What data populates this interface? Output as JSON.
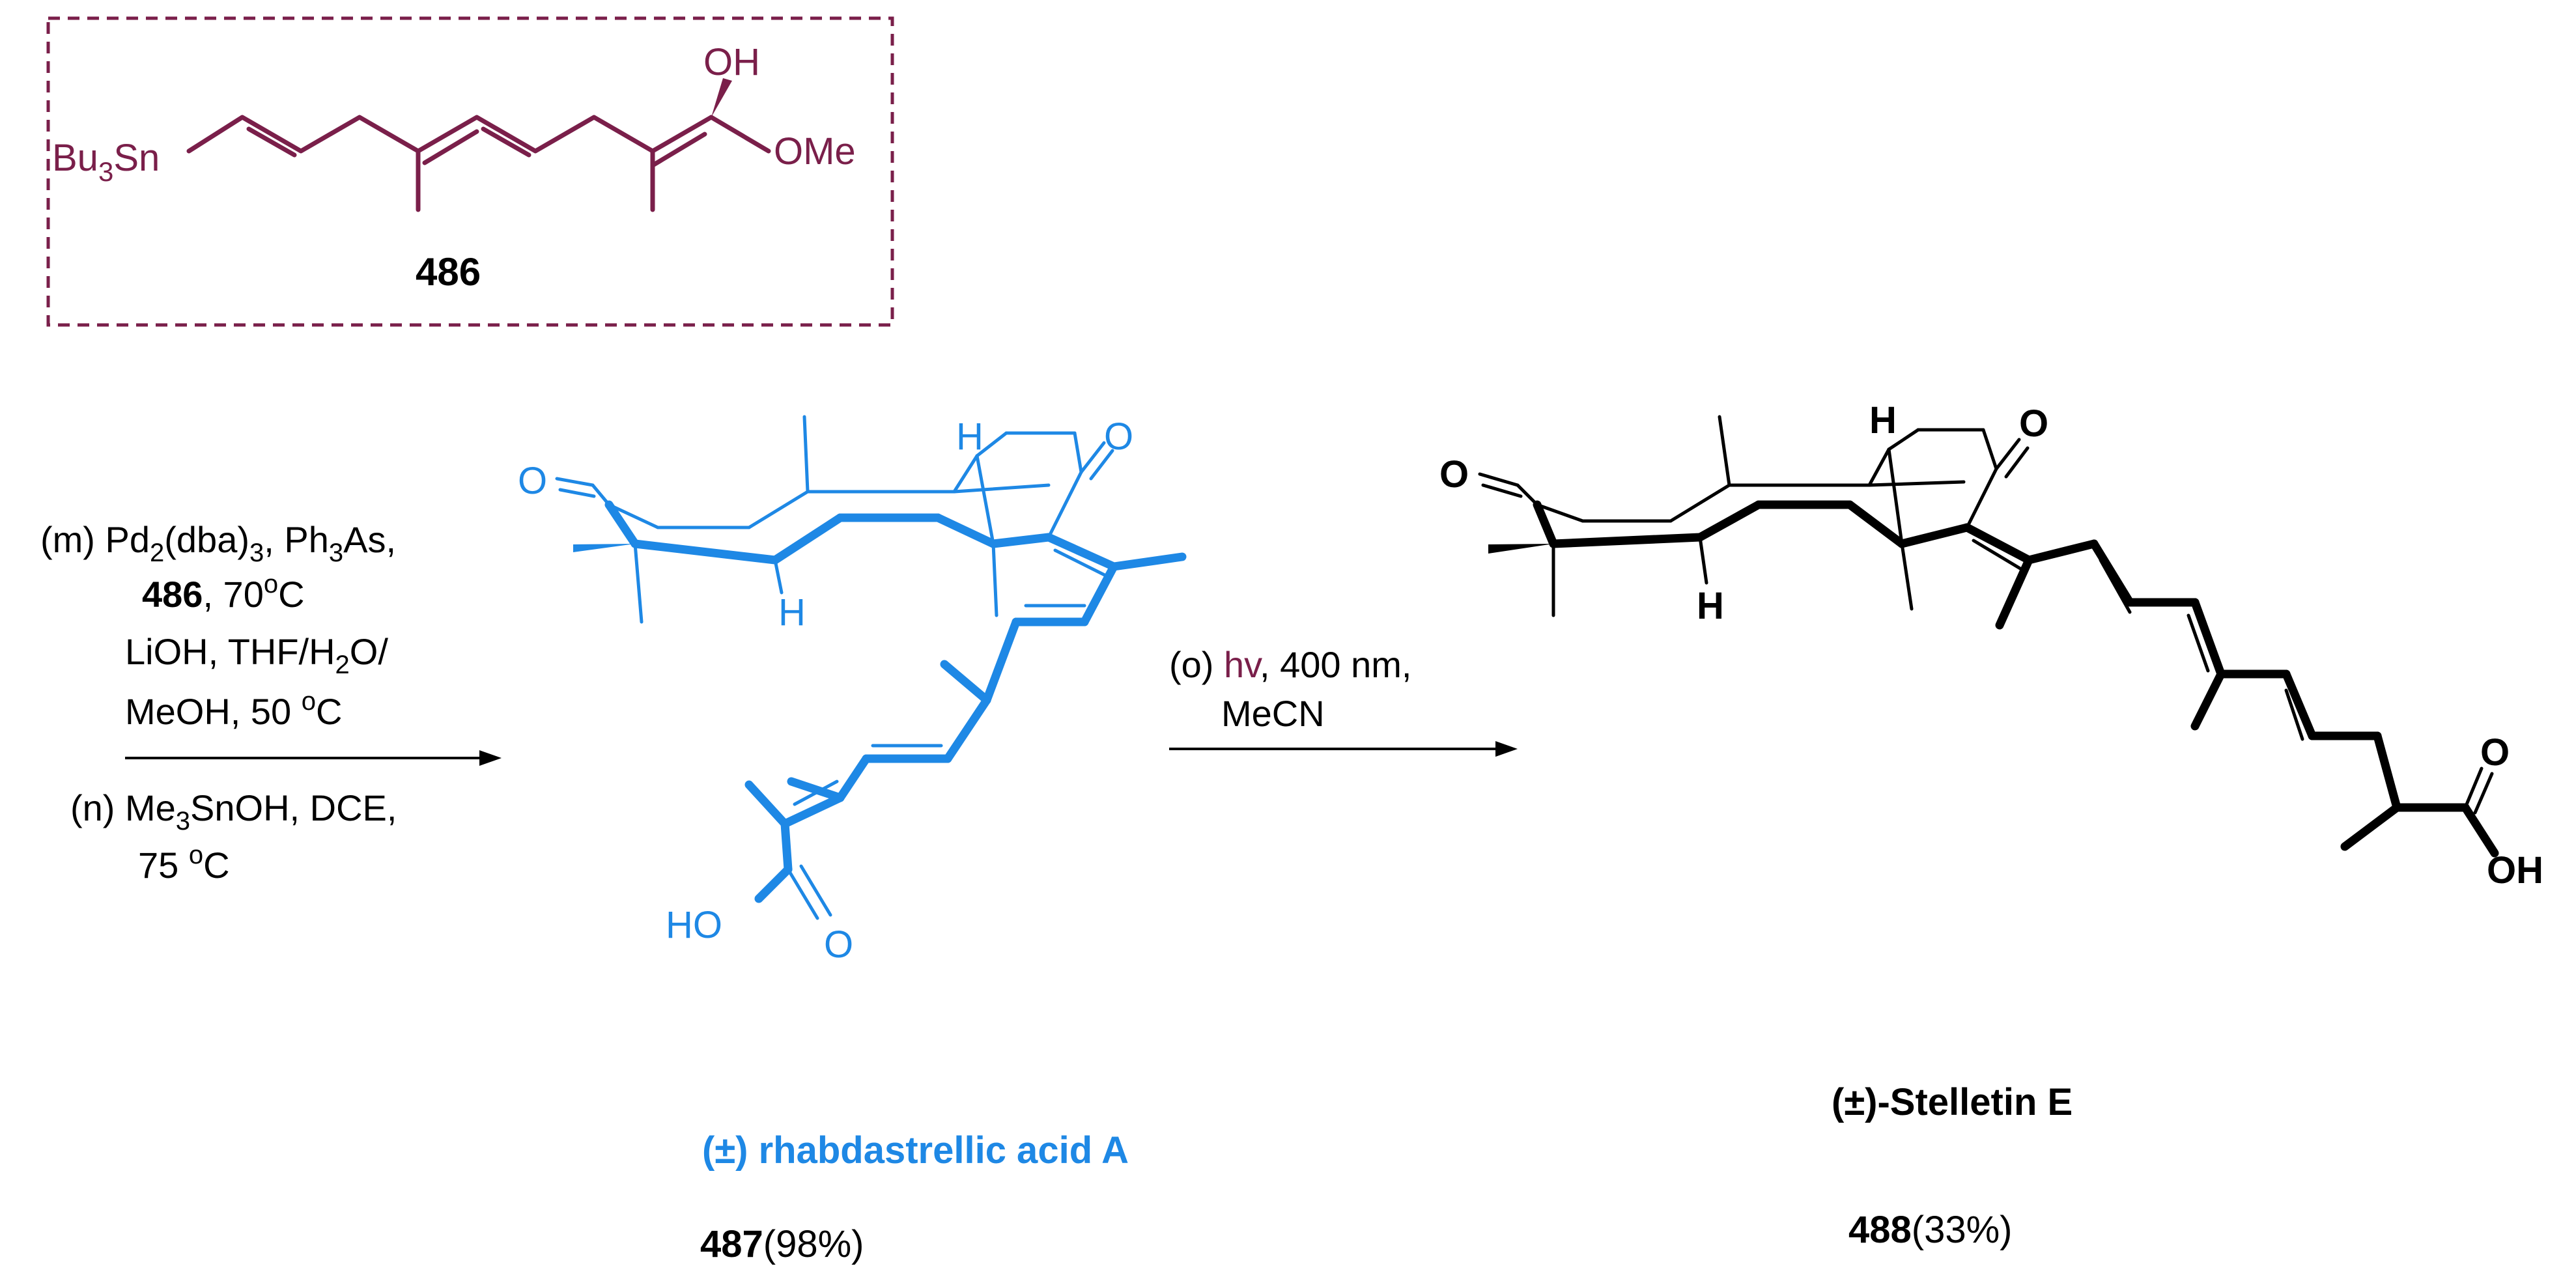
{
  "colors": {
    "reagent_maroon": "#7a1f4a",
    "product_blue": "#1e88e5",
    "black": "#000000"
  },
  "reagent_486": {
    "tin": "Bu",
    "tin_sub": "3",
    "tin_end": "Sn",
    "oh": "OH",
    "ome": "OMe",
    "number": "486"
  },
  "conditions_left": {
    "line1_a": "(m) Pd",
    "line1_sub1": "2",
    "line1_b": "(dba)",
    "line1_sub2": "3",
    "line1_c": ", Ph",
    "line1_sub3": "3",
    "line1_d": "As,",
    "line2_bold": "486",
    "line2_rest": ", 70",
    "line2_sup": "o",
    "line2_end": "C",
    "line3_a": "LiOH, THF/H",
    "line3_sub": "2",
    "line3_b": "O/",
    "line4_a": "MeOH, 50 ",
    "line4_sup": "o",
    "line4_b": "C",
    "line5_a": "(n) Me",
    "line5_sub": "3",
    "line5_b": "SnOH, DCE,",
    "line6_a": "75 ",
    "line6_sup": "o",
    "line6_b": "C"
  },
  "conditions_right": {
    "line1_a": "(o) ",
    "line1_hv": "hv",
    "line1_b": ", 400 nm,",
    "line2": "MeCN"
  },
  "product_487": {
    "name": "(±) rhabdastrellic acid A",
    "number": "487",
    "yield": "(98%)",
    "o_left": "O",
    "o_ketone": "O",
    "h_top": "H",
    "h_bottom": "H",
    "ho": "HO",
    "o_acid": "O"
  },
  "product_488": {
    "name": "(±)-Stelletin E",
    "number": "488",
    "yield": "(33%)",
    "o_left": "O",
    "o_ketone": "O",
    "h_top": "H",
    "h_bottom": "H",
    "o_acid": "O",
    "oh": "OH"
  }
}
